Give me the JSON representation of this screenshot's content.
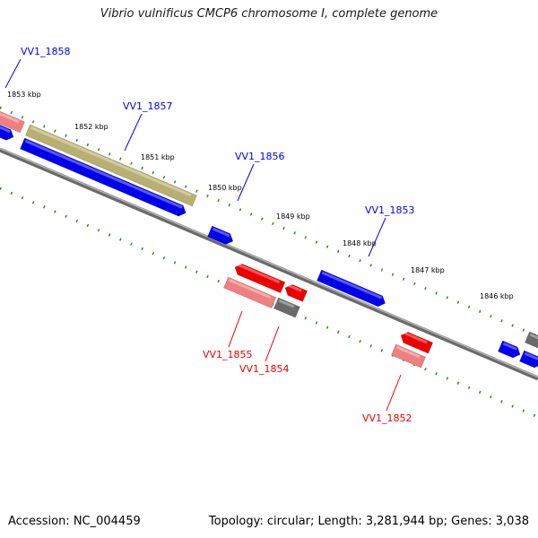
{
  "title": "Vibrio vulnificus CMCP6 chromosome I, complete genome",
  "footer": {
    "accession": "Accession: NC_004459",
    "summary": "Topology: circular; Length: 3,281,944 bp; Genes: 3,038"
  },
  "colors": {
    "plus_strand": "#0000ee",
    "minus_strand": "#ee0000",
    "minus_strand_faded": "#f08080",
    "other_feature": "#b8b070",
    "unknown": "#6a6a6a",
    "tick": "#2a8a2a",
    "backbone": "#808080"
  },
  "ticks": [
    "1853 kbp",
    "1852 kbp",
    "1851 kbp",
    "1850 kbp",
    "1849 kbp",
    "1848 kbp",
    "1847 kbp",
    "1846 kbp"
  ],
  "gene_labels": [
    {
      "name": "VV1_1858",
      "strand": "plus"
    },
    {
      "name": "VV1_1857",
      "strand": "plus"
    },
    {
      "name": "VV1_1856",
      "strand": "plus"
    },
    {
      "name": "VV1_1853",
      "strand": "plus"
    },
    {
      "name": "VV1_1855",
      "strand": "minus"
    },
    {
      "name": "VV1_1854",
      "strand": "minus"
    },
    {
      "name": "VV1_1852",
      "strand": "minus"
    }
  ]
}
